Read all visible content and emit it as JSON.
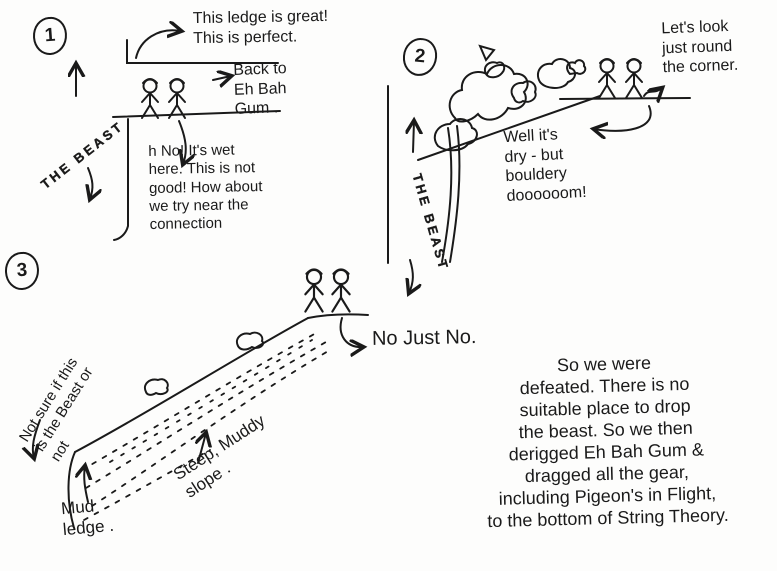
{
  "meta": {
    "ink_color": "#1a1a1a",
    "paper_color": "#fdfdfc",
    "description": "Hand-drawn three-panel climbing sketch about finding a place to drop 'the Beast'"
  },
  "p1": {
    "number": "1",
    "caption_ledge": [
      "This ledge is great!",
      "This is perfect."
    ],
    "caption_back": [
      "Back to",
      "Eh Bah",
      "Gum ."
    ],
    "caption_wet": [
      "h No! It's wet",
      "here. This is not",
      "good! How about",
      "we try near the",
      "connection"
    ],
    "beast_label": "THE BEAST"
  },
  "p2": {
    "number": "2",
    "caption_look": [
      "Let's look",
      "just round",
      "the corner."
    ],
    "caption_dry": [
      "Well it's",
      "dry - but",
      "bouldery",
      "doooooom!"
    ],
    "beast_label": "THE BEAST"
  },
  "p3": {
    "number": "3",
    "caption_not_sure": [
      "Not sure if this",
      "is the Beast or",
      "not"
    ],
    "caption_no": "No Just No.",
    "caption_slope": [
      "Steep, Muddy",
      "slope ."
    ],
    "caption_mud": [
      "Mud",
      "ledge ."
    ]
  },
  "conclusion": {
    "lines": [
      "So we were",
      "defeated. There is no",
      "suitable place to drop",
      "the beast. So we then",
      "derigged Eh Bah Gum &",
      "dragged all the gear,",
      "including Pigeon's in Flight,",
      "to the bottom of String Theory."
    ]
  }
}
